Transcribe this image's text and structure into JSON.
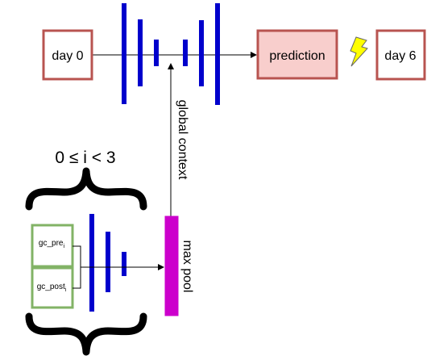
{
  "nodes": {
    "day0": "day 0",
    "prediction": "prediction",
    "day6": "day 6",
    "gc_pre": "gc_pre",
    "gc_pre_sub": "i",
    "gc_post": "gc_post",
    "gc_post_sub": "i",
    "max_pool": "max pool"
  },
  "labels": {
    "global_context": "global context",
    "loop_condition": "0 ≤ i < 3"
  },
  "colors": {
    "bar_blue": "#0000CC",
    "box_red_border": "#B85450",
    "prediction_fill": "#F8CECC",
    "box_green_border": "#82B366",
    "max_pool_fill": "#CC00CC",
    "lightning_fill": "#FFFF00"
  }
}
